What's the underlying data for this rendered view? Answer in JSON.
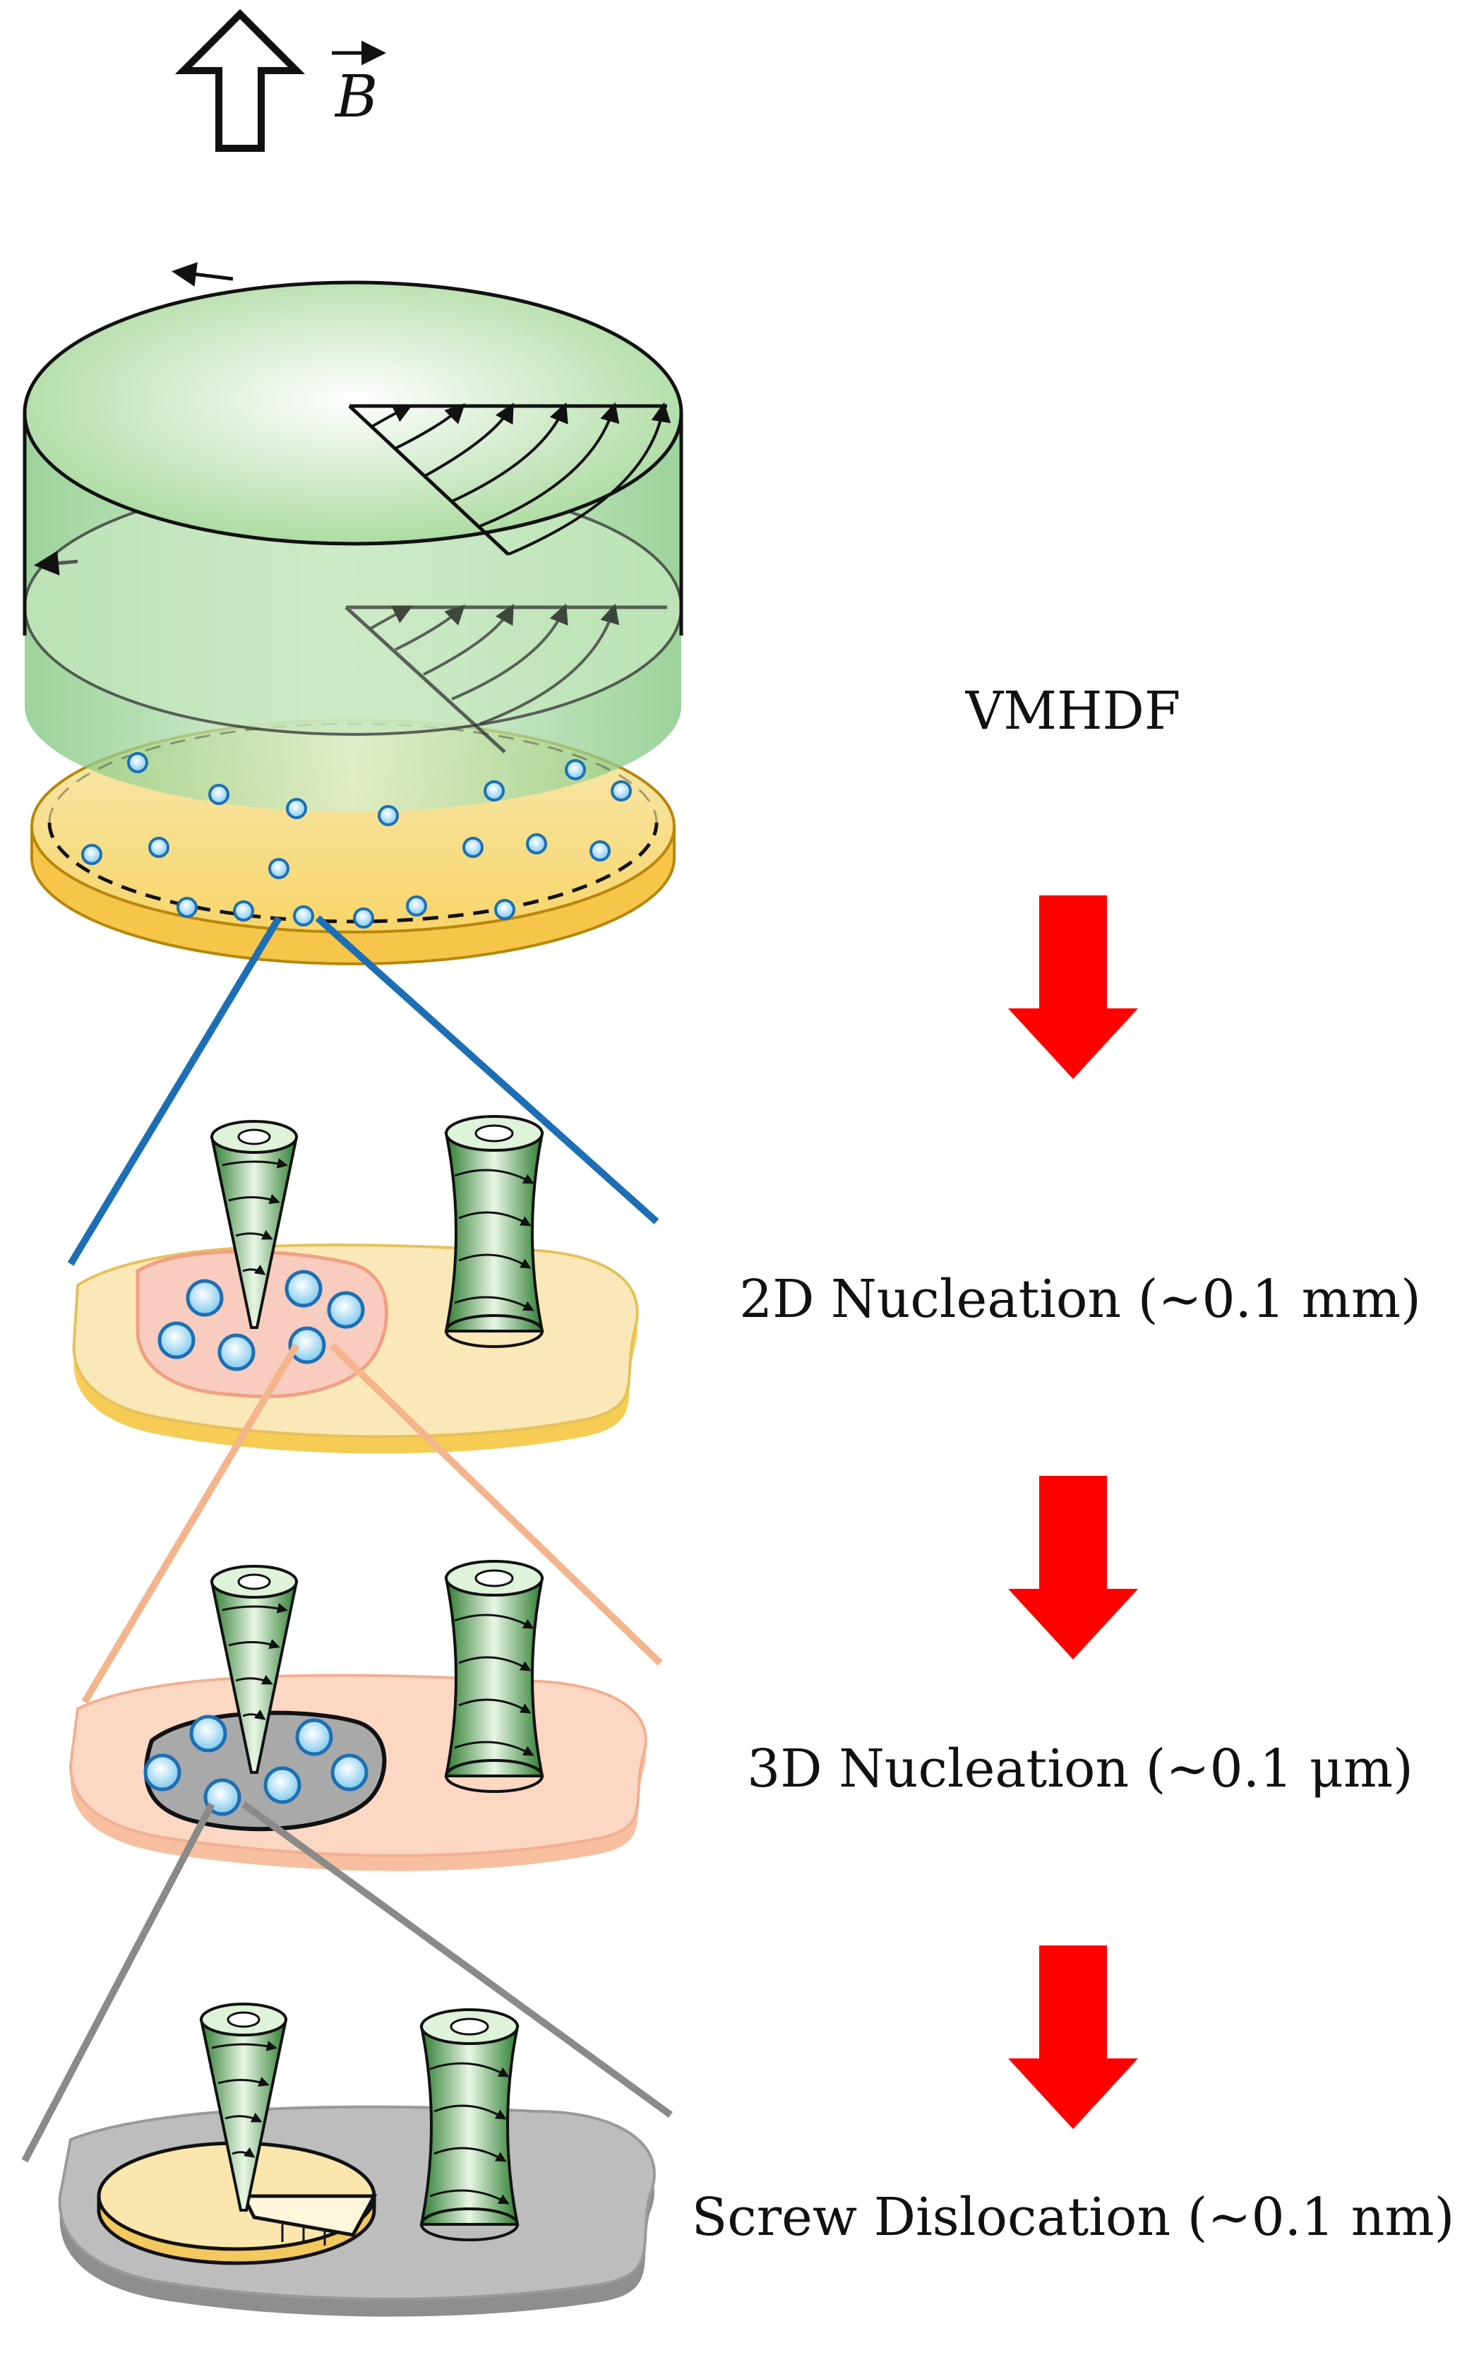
{
  "field_label": "B",
  "labels": {
    "vmhdf": "VMHDF",
    "stage1": "2D Nucleation (~0.1 mm)",
    "stage2": "3D Nucleation (~0.1 μm)",
    "stage3": "Screw Dislocation (~0.1 nm)"
  },
  "colors": {
    "cylinder": "#b8e2b0",
    "base": "#f7d774",
    "stage1_plate": "#fbe8b0",
    "stage2_plate": "#fad2b8",
    "stage3_plate": "#bdbdbd",
    "nucleus": "#8ccff0",
    "arrow": "#ff0000",
    "zoom1": "#1c6fb5",
    "zoom2": "#f4b48c",
    "zoom3": "#8a8a8a"
  }
}
